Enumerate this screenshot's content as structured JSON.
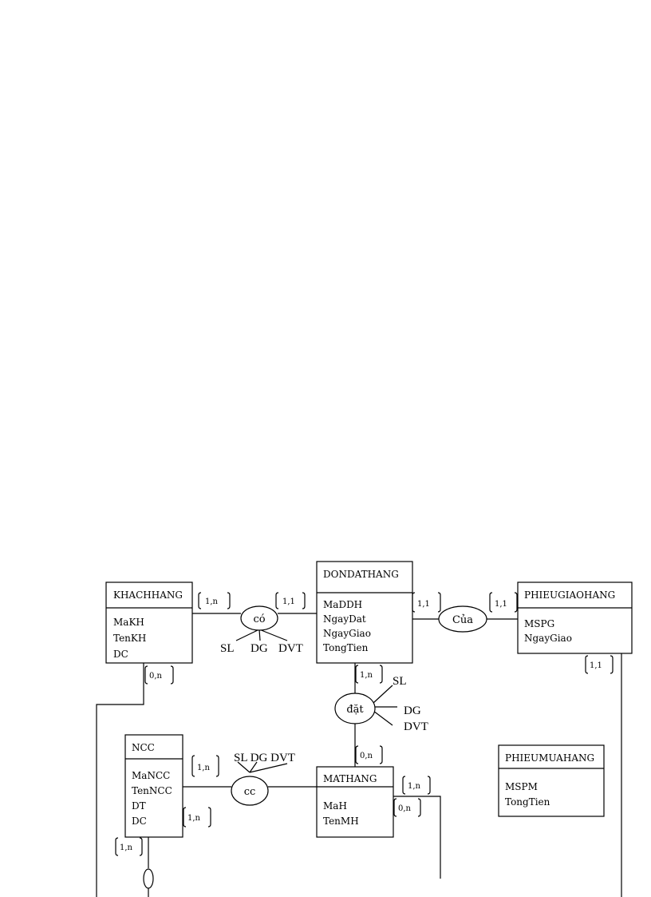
{
  "entities": {
    "khachhang": {
      "name": "KHACHHANG",
      "attrs": [
        "MaKH",
        "TenKH",
        "DC"
      ]
    },
    "dondathang": {
      "name": "DONDATHANG",
      "attrs": [
        "MaDDH",
        "NgayDat",
        "NgayGiao",
        "TongTien"
      ]
    },
    "phieugiaohang": {
      "name": "PHIEUGIAOHANG",
      "attrs": [
        "MSPG",
        "NgayGiao"
      ]
    },
    "ncc": {
      "name": "NCC",
      "attrs": [
        "MaNCC",
        "TenNCC",
        "DT",
        "DC"
      ]
    },
    "mathang": {
      "name": "MATHANG",
      "attrs": [
        "MaH",
        "TenMH"
      ]
    },
    "phieumuahang": {
      "name": "PHIEUMUAHANG",
      "attrs": [
        "MSPM",
        "TongTien"
      ]
    }
  },
  "relationships": {
    "co": {
      "name": "có",
      "attrs": [
        "SL",
        "DG",
        "DVT"
      ]
    },
    "cua": {
      "name": "Của"
    },
    "dat": {
      "name": "đặt",
      "attrs": [
        "SL",
        "DG",
        "DVT"
      ]
    },
    "cc": {
      "name": "cc",
      "attrs_text": "SL DG DVT"
    }
  },
  "cardinalities": {
    "kh_co": "1,n",
    "co_ddh": "1,1",
    "ddh_cua": "1,1",
    "cua_pgh": "1,1",
    "pgh_down": "1,1",
    "kh_down": "0,n",
    "ddh_dat": "1,n",
    "dat_mh": "0,n",
    "ncc_cc": "1,n",
    "ncc_right": "1,n",
    "ncc_down": "1,n",
    "mh_right_top": "1,n",
    "mh_right": "0,n"
  }
}
